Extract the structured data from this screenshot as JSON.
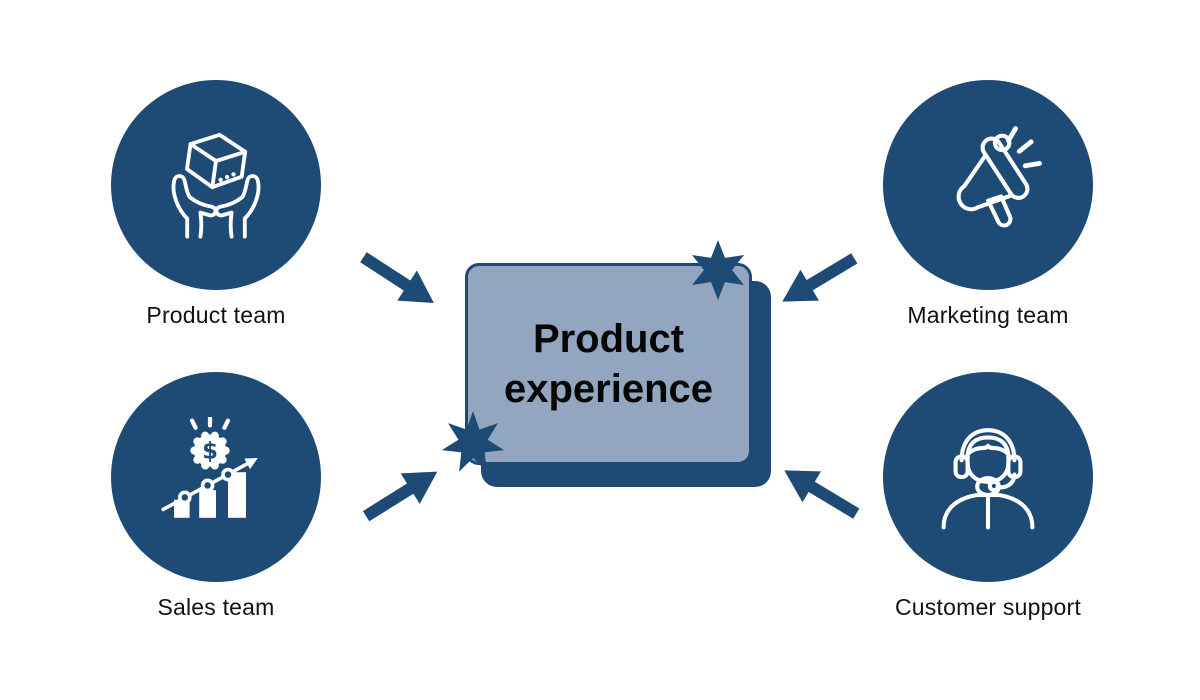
{
  "diagram": {
    "center": {
      "title_line1": "Product",
      "title_line2": "experience"
    },
    "nodes": [
      {
        "label": "Product team",
        "icon": "hands-holding-box-icon",
        "position": "top-left"
      },
      {
        "label": "Marketing team",
        "icon": "megaphone-icon",
        "position": "top-right"
      },
      {
        "label": "Sales team",
        "icon": "sales-growth-chart-icon",
        "position": "bottom-left"
      },
      {
        "label": "Customer support",
        "icon": "support-agent-headset-icon",
        "position": "bottom-right"
      }
    ],
    "sales_badge_symbol": "$",
    "decorations": [
      "six-point-star-top-right",
      "seven-point-star-bottom-left"
    ],
    "arrows": [
      "top-left-to-center",
      "bottom-left-to-center",
      "top-right-to-center",
      "bottom-right-to-center"
    ],
    "colors": {
      "navy": "#1E4B75",
      "panel_fill": "#92A6C0",
      "background": "#FFFFFF",
      "title_text": "#060606",
      "label_text": "#121212",
      "icon_stroke": "#FFFFFF"
    }
  }
}
